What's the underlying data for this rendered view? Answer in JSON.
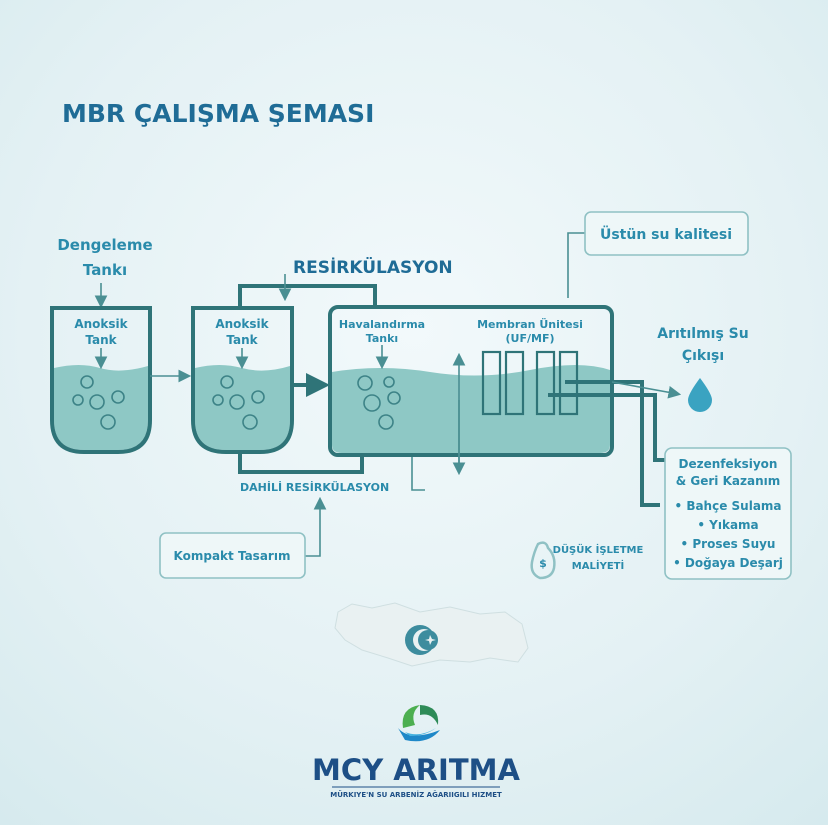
{
  "title": "MBR ÇALIŞMA ŞEMASI",
  "colors": {
    "title": "#1f6c96",
    "text": "#2a8bab",
    "line": "#2f7478",
    "water": "#8ec8c5",
    "background": "#e4f1f4"
  },
  "diagram": {
    "equalization": [
      "Dengeleme",
      "Tankı"
    ],
    "anoxic1": [
      "Anoksik",
      "Tank"
    ],
    "anoxic2": [
      "Anoksik",
      "Tank"
    ],
    "recirculation": "RESİRKÜLASYON",
    "internal_recirculation": "DAHİLİ RESİRKÜLASYON",
    "aeration": [
      "Havalandırma",
      "Tankı"
    ],
    "membrane": [
      "Membran Ünitesi",
      "(UF/MF)"
    ],
    "quality": "Üstün su kalitesi",
    "outlet": [
      "Arıtılmış Su",
      "Çıkışı"
    ],
    "compact": "Kompakt Tasarım",
    "low_cost": [
      "DÜŞÜK İŞLETME",
      "MALİYETİ"
    ],
    "reuse": {
      "title": [
        "Dezenfeksiyon",
        "& Geri Kazanım"
      ],
      "items": [
        "• Bahçe Sulama",
        "• Yıkama",
        "• Proses Suyu",
        "• Doğaya Deşarj"
      ]
    }
  },
  "logo": {
    "name": "MCY ARITMA",
    "tagline": "MÜRKIYE'N SU ARBENİZ AĞARIIGILI HIZMET"
  }
}
